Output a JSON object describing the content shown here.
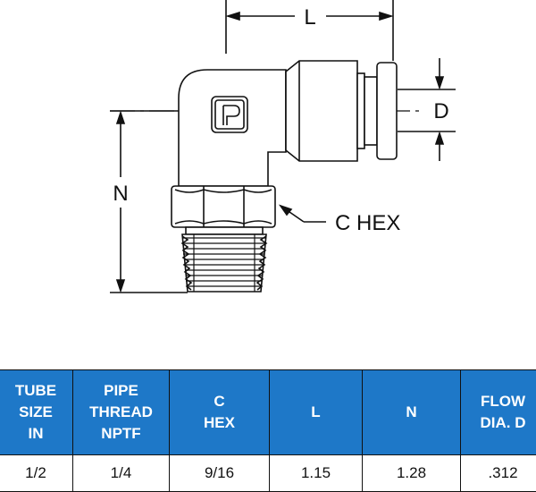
{
  "dimensions": {
    "L": "L",
    "D": "D",
    "N": "N",
    "C_HEX": "C HEX"
  },
  "table": {
    "headers": [
      "TUBE\nSIZE\nIN",
      "PIPE\nTHREAD\nNPTF",
      "C\nHEX",
      "L",
      "N",
      "FLOW\nDIA. D"
    ],
    "rows": [
      [
        "1/2",
        "1/4",
        "9/16",
        "1.15",
        "1.28",
        ".312"
      ]
    ]
  },
  "colors": {
    "header_bg": "#1e78c8",
    "header_text": "#ffffff",
    "line": "#111111"
  }
}
